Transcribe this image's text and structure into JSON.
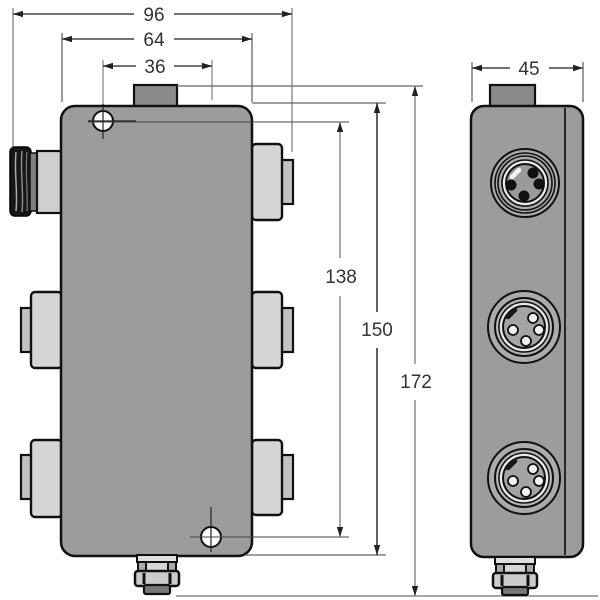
{
  "drawing": {
    "type": "technical-dimension-drawing",
    "subject": "junction-box-with-circular-connectors",
    "front_view": {
      "dims": {
        "overall_width": "96",
        "body_width": "64",
        "hole_spacing": "36",
        "hole_span_height": "138",
        "body_height": "150",
        "overall_height": "172"
      }
    },
    "side_view": {
      "dims": {
        "depth": "45"
      },
      "connector_count": 3
    },
    "colors": {
      "background": "#ffffff",
      "body_fill": "#9c9c9c",
      "tab_fill": "#8a8a8a",
      "connector_fill": "#d6d6d6",
      "connector_stub_fill": "#c2c2c2",
      "knurl_fill": "#161616",
      "outline": "#111111",
      "dimension_text": "#333333",
      "dimension_line": "#444444",
      "extension_line": "#8a8a8a"
    }
  }
}
